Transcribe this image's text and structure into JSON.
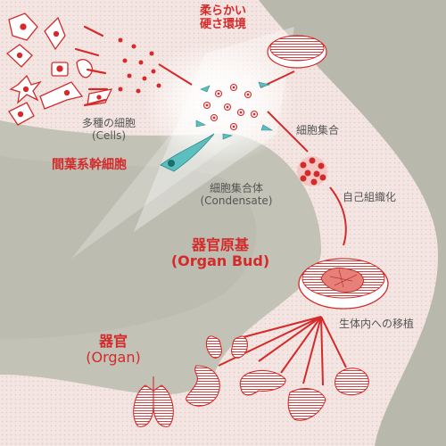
{
  "labels": {
    "soft_env": [
      "柔らかい",
      "硬さ環境"
    ],
    "cells": [
      "多種の細胞",
      "(Cells)"
    ],
    "msc": "間葉系幹細胞",
    "condensate": [
      "細胞集合体",
      "(Condensate)"
    ],
    "aggregation": "細胞集合",
    "self_org": "自己組織化",
    "organ_bud_ja": "器官原基",
    "organ_bud_en": "(Organ Bud)",
    "transplant": "生体内への移植",
    "organ_ja": "器官",
    "organ_en": "(Organ)"
  },
  "colors": {
    "accent": "#d42a2a",
    "text_gray": "#555555",
    "background": "#b8b8ad",
    "band": "#f3e6e2",
    "cyan_cell": "#5bbfc0"
  },
  "icons": [
    "petri-dish-icon",
    "cell-icons",
    "mesenchymal-stem-cell-icon",
    "condensate-icon",
    "organ-bud-icon",
    "kidney-icon",
    "lung-icon",
    "stomach-icon",
    "pancreas-icon",
    "liver-icon",
    "brain-icon"
  ]
}
